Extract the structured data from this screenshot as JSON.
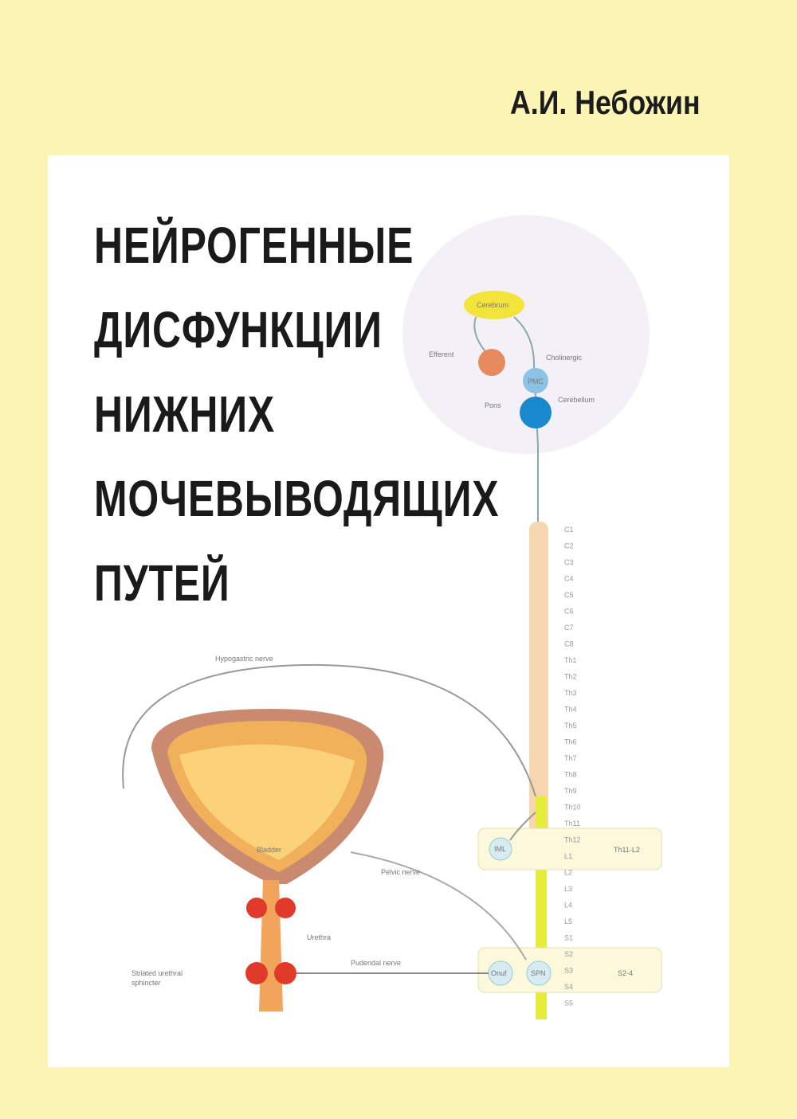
{
  "author": "А.И. Небожин",
  "title_lines": [
    "НЕЙРОГЕННЫЕ",
    "ДИСФУНКЦИИ",
    "НИЖНИХ",
    "МОЧЕВЫВОДЯЩИХ",
    "ПУТЕЙ"
  ],
  "diagram": {
    "labels": {
      "cerebrum": "Cerebrum",
      "efferent": "Efferent",
      "cholinergic": "Cholinergic",
      "pmc": "PMC",
      "pons": "Pons",
      "cerebellum": "Cerebellum",
      "hypogastric": "Hypogastric nerve",
      "bladder": "Bladder",
      "pelvic": "Pelvic nerve",
      "urethra": "Urethra",
      "pudendal": "Pudendal nerve",
      "sphincter1": "Striated urethral",
      "sphincter2": "sphincter",
      "box1": "Th11-L2",
      "box2": "S2-4",
      "imm": "IML",
      "onuf": "Onuf",
      "spn": "SPN"
    },
    "segments": [
      "C1",
      "C2",
      "C3",
      "C4",
      "C5",
      "C6",
      "C7",
      "C8",
      "Th1",
      "Th2",
      "Th3",
      "Th4",
      "Th5",
      "Th6",
      "Th7",
      "Th8",
      "Th9",
      "Th10",
      "Th11",
      "Th12",
      "L1",
      "L2",
      "L3",
      "L4",
      "L5",
      "S1",
      "S2",
      "S3",
      "S4",
      "S5"
    ]
  },
  "colors": {
    "background": "#fbf4b4",
    "panel": "#ffffff"
  }
}
